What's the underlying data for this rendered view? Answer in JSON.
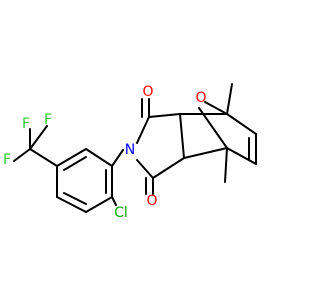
{
  "molecule": {
    "colors": {
      "bond": "#000000",
      "carbon": "#000000",
      "oxygen": "#ff0000",
      "nitrogen": "#0000ff",
      "chlorine": "#00b000",
      "fluorine": "#33cc33"
    },
    "atoms": {
      "o_bridge": "O",
      "o_carbonyl_top": "O",
      "o_carbonyl_bottom": "O",
      "n_imide": "N",
      "cl": "Cl",
      "f1": "F",
      "f2": "F",
      "f3": "F"
    }
  }
}
